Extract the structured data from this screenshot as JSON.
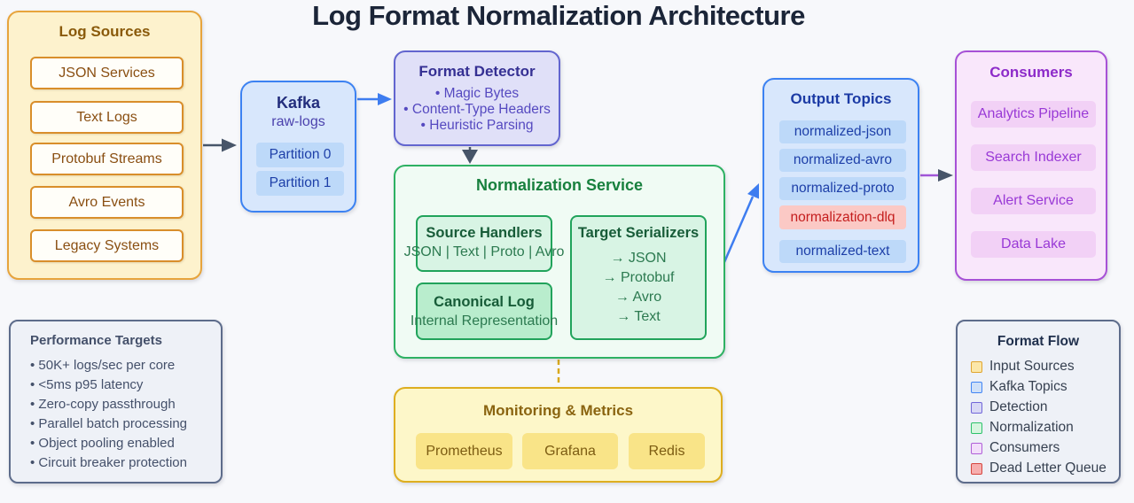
{
  "title": "Log Format Normalization Architecture",
  "palette": {
    "background": "#f7f8fb",
    "input_yellow": "#fdf2cd",
    "input_border": "#e7a43c",
    "kafka_blue": "#d8e7fc",
    "kafka_border": "#3c82f2",
    "detector_lavender": "#e0e0f8",
    "detector_border": "#6265cf",
    "normalization_green": "#f0fbf4",
    "normalization_border": "#2eb163",
    "consumers_pink": "#f9e7fb",
    "consumers_border": "#a751d6",
    "dlq_red": "#fbc9c5",
    "dlq_text": "#c41d1d",
    "monitoring_gold": "#fdf7c9",
    "monitoring_border": "#deae1f",
    "slate_arrow": "#475569",
    "blue_arrow": "#3e7df0",
    "purple_arrow": "#a156d8",
    "dashed_link": "#d9a91c"
  },
  "log_sources": {
    "title": "Log Sources",
    "items": [
      "JSON Services",
      "Text Logs",
      "Protobuf Streams",
      "Avro Events",
      "Legacy Systems"
    ]
  },
  "kafka": {
    "title": "Kafka",
    "subtitle": "raw-logs",
    "partitions": [
      "Partition 0",
      "Partition 1"
    ]
  },
  "format_detector": {
    "title": "Format Detector",
    "bullets": [
      "• Magic Bytes",
      "• Content-Type Headers",
      "• Heuristic Parsing"
    ]
  },
  "normalization": {
    "title": "Normalization Service",
    "source_handlers": {
      "title": "Source Handlers",
      "subtitle": "JSON | Text | Proto | Avro"
    },
    "canonical_log": {
      "title": "Canonical Log",
      "subtitle": "Internal Representation"
    },
    "target_serializers": {
      "title": "Target Serializers",
      "items": [
        "→ JSON",
        "→ Protobuf",
        "→ Avro",
        "→ Text"
      ]
    }
  },
  "output_topics": {
    "title": "Output Topics",
    "topics": [
      "normalized-json",
      "normalized-avro",
      "normalized-proto",
      "normalization-dlq",
      "normalized-text"
    ],
    "dlq_topic": "normalization-dlq"
  },
  "consumers": {
    "title": "Consumers",
    "items": [
      "Analytics Pipeline",
      "Search Indexer",
      "Alert Service",
      "Data Lake"
    ]
  },
  "performance": {
    "title": "Performance Targets",
    "bullets": [
      "• 50K+ logs/sec per core",
      "• <5ms p95 latency",
      "• Zero-copy passthrough",
      "• Parallel batch processing",
      "• Object pooling enabled",
      "• Circuit breaker protection"
    ]
  },
  "monitoring": {
    "title": "Monitoring & Metrics",
    "tools": [
      "Prometheus",
      "Grafana",
      "Redis"
    ]
  },
  "legend": {
    "title": "Format Flow",
    "items": [
      {
        "label": "Input Sources",
        "color": "#fbe7a9",
        "border": "#e0a52f"
      },
      {
        "label": "Kafka Topics",
        "color": "#cfe0f8",
        "border": "#4285f4"
      },
      {
        "label": "Detection",
        "color": "#d8d8f5",
        "border": "#7166d9"
      },
      {
        "label": "Normalization",
        "color": "#d6f5df",
        "border": "#2dc26b"
      },
      {
        "label": "Consumers",
        "color": "#f2defa",
        "border": "#b05fd8"
      },
      {
        "label": "Dead Letter Queue",
        "color": "#f6aeae",
        "border": "#d6453e"
      }
    ]
  }
}
